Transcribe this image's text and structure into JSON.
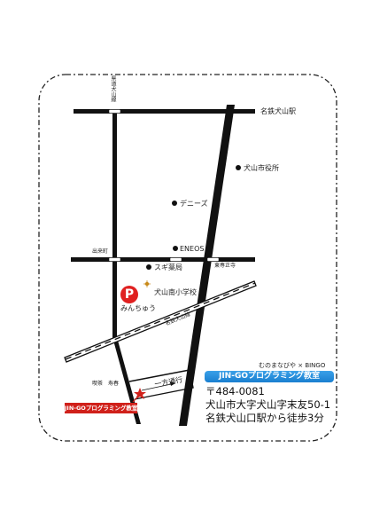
{
  "labels": {
    "meitetsu_station": "名鉄犬山駅",
    "city_hall": "犬山市役所",
    "dennys": "デニーズ",
    "eneos": "ENEOS",
    "sugi": "スギ薬局",
    "elementary": "犬山南小学校",
    "parking_name": "みんちゅう",
    "parking_letter": "P",
    "route_left_top": "県道犬山線",
    "intersection_left": "出来町",
    "intersection_right": "東専正寺",
    "railway": "名鉄犬山線",
    "one_way": "一方通行",
    "cafe": "喫茶　寿春"
  },
  "brand": {
    "tagline": "むのまなびや × BINGO",
    "name": "JIN-GOプログラミング教室",
    "pin_label": "JIN-GOプログラミング教室"
  },
  "address": {
    "postal": "〒484-0081",
    "street": "犬山市大字犬山字末友50-1",
    "access": "名鉄犬山口駅から徒歩3分"
  },
  "colors": {
    "road": "#111111",
    "frame": "#222222",
    "pin": "#d0201a",
    "parking": "#e02020",
    "brand": "#1a7fd0"
  }
}
